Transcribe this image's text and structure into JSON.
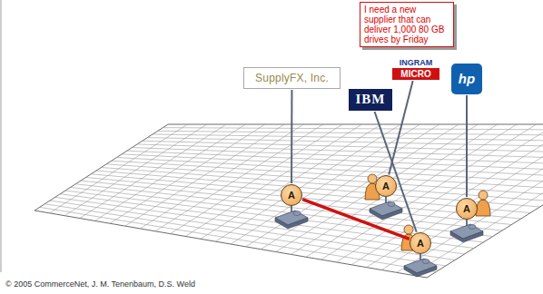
{
  "diagram": {
    "nodes": [
      {
        "text": [
          "I need a new supplier that can deliver 1,000 80 GB drives by Friday"
        ]
      },
      {
        "text": [
          "SupplyFX, Inc."
        ]
      },
      {
        "text": [
          "INGRAM",
          "MICRO"
        ]
      },
      {
        "text": [
          "IBM"
        ]
      },
      {
        "text": [
          "hp"
        ]
      },
      {
        "text": [
          "A"
        ]
      },
      {
        "text": [
          "A"
        ]
      },
      {
        "text": [
          "A"
        ]
      },
      {
        "text": [
          "A"
        ]
      }
    ],
    "edges": [
      {
        "from": 5,
        "to": 7,
        "arrow": "none"
      },
      {
        "from": 1,
        "to": 5,
        "arrow": "none"
      },
      {
        "from": 2,
        "to": 6,
        "arrow": "none"
      },
      {
        "from": 3,
        "to": 7,
        "arrow": "none"
      },
      {
        "from": 4,
        "to": 8,
        "arrow": "none"
      }
    ],
    "labels": [
      "© 2005 CommerceNet, J. M. Tenenbaum, D.S. Weld"
    ]
  }
}
